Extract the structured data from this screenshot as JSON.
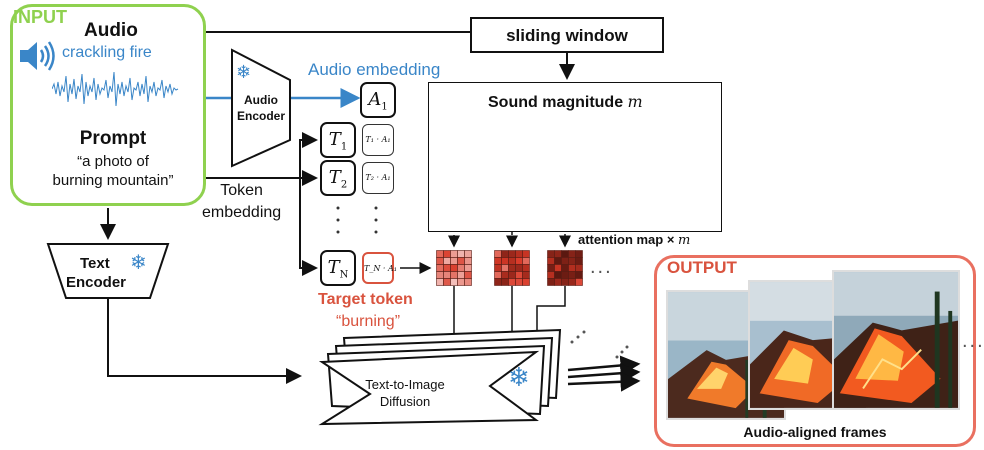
{
  "input": {
    "tag": "INPUT",
    "audio_title": "Audio",
    "audio_desc": "crackling fire",
    "prompt_title": "Prompt",
    "prompt_line1": "“a photo of",
    "prompt_line2": "burning mountain”"
  },
  "sliding_window": "sliding window",
  "audio_embedding": "Audio embedding",
  "audio_encoder": {
    "line1": "Audio",
    "line2": "Encoder"
  },
  "text_encoder": {
    "line1": "Text",
    "line2": "Encoder"
  },
  "tokens": {
    "audio": {
      "base": "A",
      "sub": "1"
    },
    "t1": {
      "base": "T",
      "sub": "1"
    },
    "t2": {
      "base": "T",
      "sub": "2"
    },
    "tn": {
      "base": "T",
      "sub": "N"
    },
    "p1": "T₁ · A₁",
    "p2": "T₂ · A₁",
    "pn": "T_N · A₁"
  },
  "token_embedding": {
    "line1": "Token",
    "line2": "embedding"
  },
  "target_token": {
    "label": "Target token",
    "word": "“burning”"
  },
  "magnitude": {
    "title": "Sound magnitude ",
    "symbol": "m"
  },
  "attention": {
    "label": "attention map × ",
    "symbol": "m"
  },
  "diffusion": {
    "line1": "Text-to-Image",
    "line2": "Diffusion"
  },
  "output": {
    "tag": "OUTPUT",
    "caption": "Audio-aligned frames"
  },
  "ellipsis": "...",
  "colors": {
    "input_border": "#8fd14f",
    "audio_blue": "#3a86c8",
    "target_red": "#d9533e",
    "output_border": "#e97060",
    "magnitude_line": "#e8503a"
  },
  "icons": [
    "speaker-icon",
    "waveform-icon",
    "snowflake-icon"
  ]
}
